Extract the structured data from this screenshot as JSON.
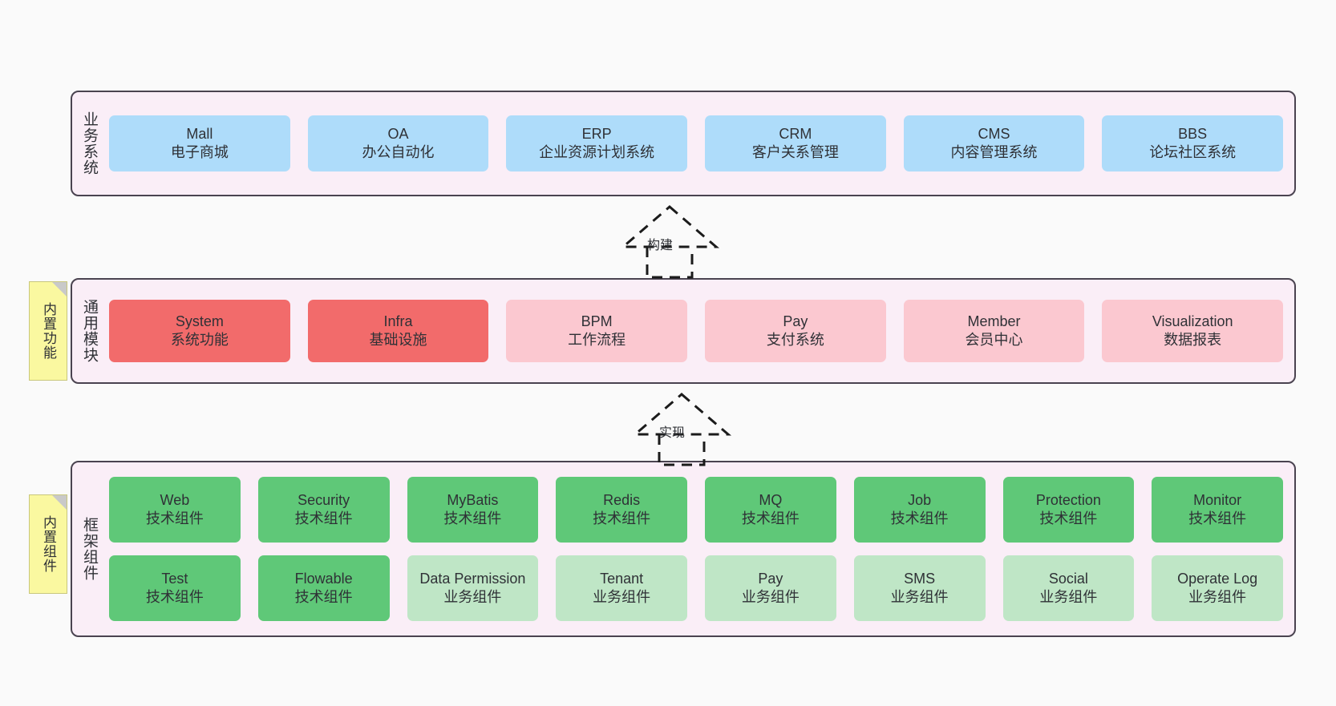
{
  "diagram": {
    "title": "分层架构图",
    "background": "#fafafa",
    "panel_fill": "#faeef7",
    "panel_stroke": "#4a4350",
    "note_fill": "#faf8a0"
  },
  "layers": [
    {
      "id": "business",
      "title": "业务系统",
      "note": null,
      "rows": [
        {
          "cells": [
            {
              "name": "Mall",
              "desc": "电子商城",
              "color": "#aedcfa",
              "swatch": "c-blue"
            },
            {
              "name": "OA",
              "desc": "办公自动化",
              "color": "#aedcfa",
              "swatch": "c-blue"
            },
            {
              "name": "ERP",
              "desc": "企业资源计划系统",
              "color": "#aedcfa",
              "swatch": "c-blue"
            },
            {
              "name": "CRM",
              "desc": "客户关系管理",
              "color": "#aedcfa",
              "swatch": "c-blue"
            },
            {
              "name": "CMS",
              "desc": "内容管理系统",
              "color": "#aedcfa",
              "swatch": "c-blue"
            },
            {
              "name": "BBS",
              "desc": "论坛社区系统",
              "color": "#aedcfa",
              "swatch": "c-blue"
            }
          ]
        }
      ]
    },
    {
      "id": "common",
      "title": "通用模块",
      "note": "内置功能",
      "rows": [
        {
          "cells": [
            {
              "name": "System",
              "desc": "系统功能",
              "color": "#f26b6b",
              "swatch": "c-red"
            },
            {
              "name": "Infra",
              "desc": "基础设施",
              "color": "#f26b6b",
              "swatch": "c-red"
            },
            {
              "name": "BPM",
              "desc": "工作流程",
              "color": "#fbc8d0",
              "swatch": "c-pink"
            },
            {
              "name": "Pay",
              "desc": "支付系统",
              "color": "#fbc8d0",
              "swatch": "c-pink"
            },
            {
              "name": "Member",
              "desc": "会员中心",
              "color": "#fbc8d0",
              "swatch": "c-pink"
            },
            {
              "name": "Visualization",
              "desc": "数据报表",
              "color": "#fbc8d0",
              "swatch": "c-pink"
            }
          ]
        }
      ]
    },
    {
      "id": "framework",
      "title": "框架组件",
      "note": "内置组件",
      "rows": [
        {
          "cells": [
            {
              "name": "Web",
              "desc": "技术组件",
              "color": "#5fc878",
              "swatch": "c-green"
            },
            {
              "name": "Security",
              "desc": "技术组件",
              "color": "#5fc878",
              "swatch": "c-green"
            },
            {
              "name": "MyBatis",
              "desc": "技术组件",
              "color": "#5fc878",
              "swatch": "c-green"
            },
            {
              "name": "Redis",
              "desc": "技术组件",
              "color": "#5fc878",
              "swatch": "c-green"
            },
            {
              "name": "MQ",
              "desc": "技术组件",
              "color": "#5fc878",
              "swatch": "c-green"
            },
            {
              "name": "Job",
              "desc": "技术组件",
              "color": "#5fc878",
              "swatch": "c-green"
            },
            {
              "name": "Protection",
              "desc": "技术组件",
              "color": "#5fc878",
              "swatch": "c-green"
            },
            {
              "name": "Monitor",
              "desc": "技术组件",
              "color": "#5fc878",
              "swatch": "c-green"
            }
          ]
        },
        {
          "cells": [
            {
              "name": "Test",
              "desc": "技术组件",
              "color": "#5fc878",
              "swatch": "c-green"
            },
            {
              "name": "Flowable",
              "desc": "技术组件",
              "color": "#5fc878",
              "swatch": "c-green"
            },
            {
              "name": "Data Permission",
              "desc": "业务组件",
              "color": "#bfe6c6",
              "swatch": "c-lgreen"
            },
            {
              "name": "Tenant",
              "desc": "业务组件",
              "color": "#bfe6c6",
              "swatch": "c-lgreen"
            },
            {
              "name": "Pay",
              "desc": "业务组件",
              "color": "#bfe6c6",
              "swatch": "c-lgreen"
            },
            {
              "name": "SMS",
              "desc": "业务组件",
              "color": "#bfe6c6",
              "swatch": "c-lgreen"
            },
            {
              "name": "Social",
              "desc": "业务组件",
              "color": "#bfe6c6",
              "swatch": "c-lgreen"
            },
            {
              "name": "Operate Log",
              "desc": "业务组件",
              "color": "#bfe6c6",
              "swatch": "c-lgreen"
            }
          ]
        }
      ]
    }
  ],
  "connectors": [
    {
      "id": "build",
      "label": "构建",
      "style": "dashed-generalization",
      "from": "通用模块",
      "to": "业务系统"
    },
    {
      "id": "impl",
      "label": "实现",
      "style": "dashed-generalization",
      "from": "框架组件",
      "to": "通用模块"
    }
  ]
}
